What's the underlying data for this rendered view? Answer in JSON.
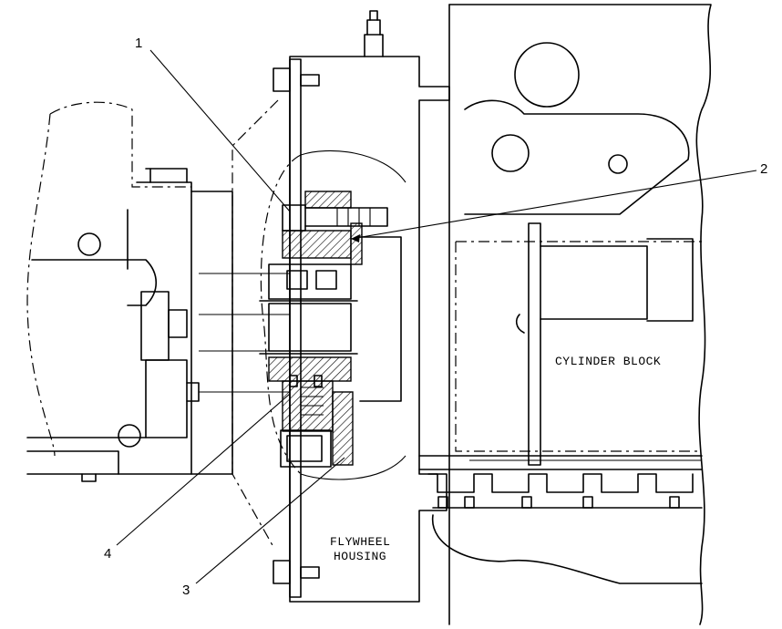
{
  "callouts": [
    "1",
    "2",
    "3",
    "4"
  ],
  "labels": {
    "cylinder_block": "CYLINDER BLOCK",
    "flywheel_housing_line1": "FLYWHEEL",
    "flywheel_housing_line2": "HOUSING"
  }
}
